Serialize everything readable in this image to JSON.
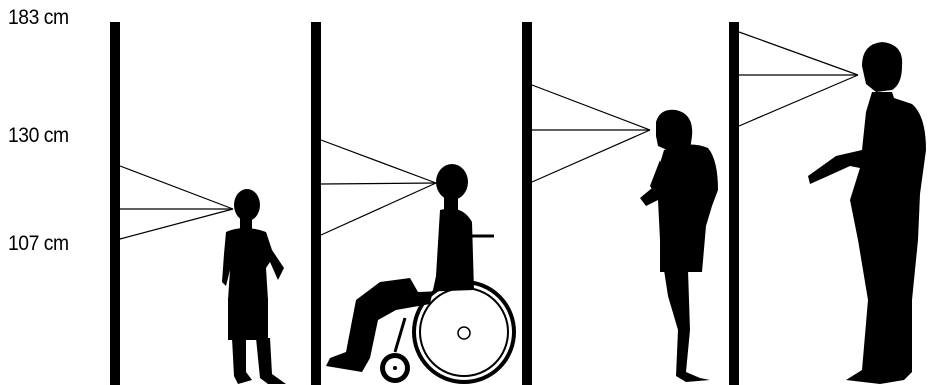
{
  "height_labels": {
    "top": "183 cm",
    "middle": "130 cm",
    "bottom": "107 cm"
  },
  "figures": [
    {
      "name": "child",
      "icon": "child-standing-silhouette"
    },
    {
      "name": "wheelchair-user",
      "icon": "wheelchair-user-silhouette"
    },
    {
      "name": "woman",
      "icon": "woman-standing-silhouette"
    },
    {
      "name": "tall-man",
      "icon": "man-standing-silhouette"
    }
  ],
  "colors": {
    "silhouette": "#000000",
    "background": "#ffffff"
  }
}
